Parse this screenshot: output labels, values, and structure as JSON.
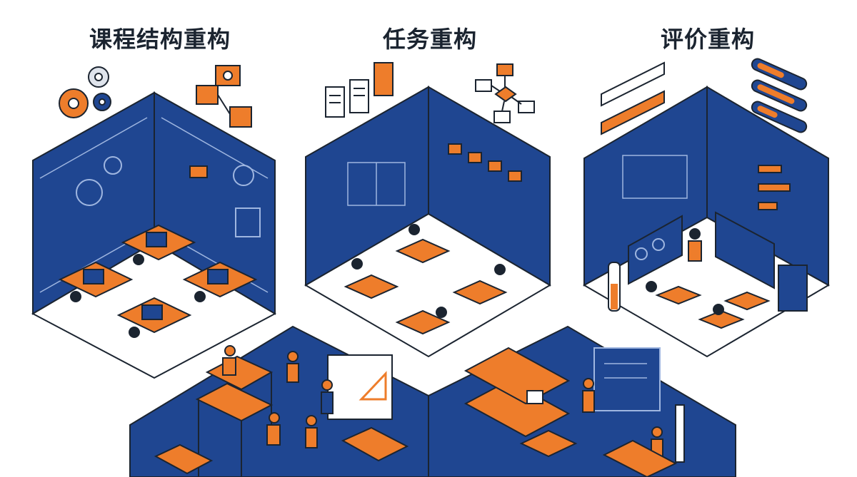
{
  "sections": [
    {
      "title": "课程结构重构"
    },
    {
      "title": "任务重构"
    },
    {
      "title": "评价重构"
    }
  ],
  "colors": {
    "navy": "#1f4691",
    "navy_dark": "#13306b",
    "orange": "#ee7d2b",
    "outline": "#1b2430",
    "panel_line": "#9fb6e0",
    "floor": "#ffffff"
  }
}
